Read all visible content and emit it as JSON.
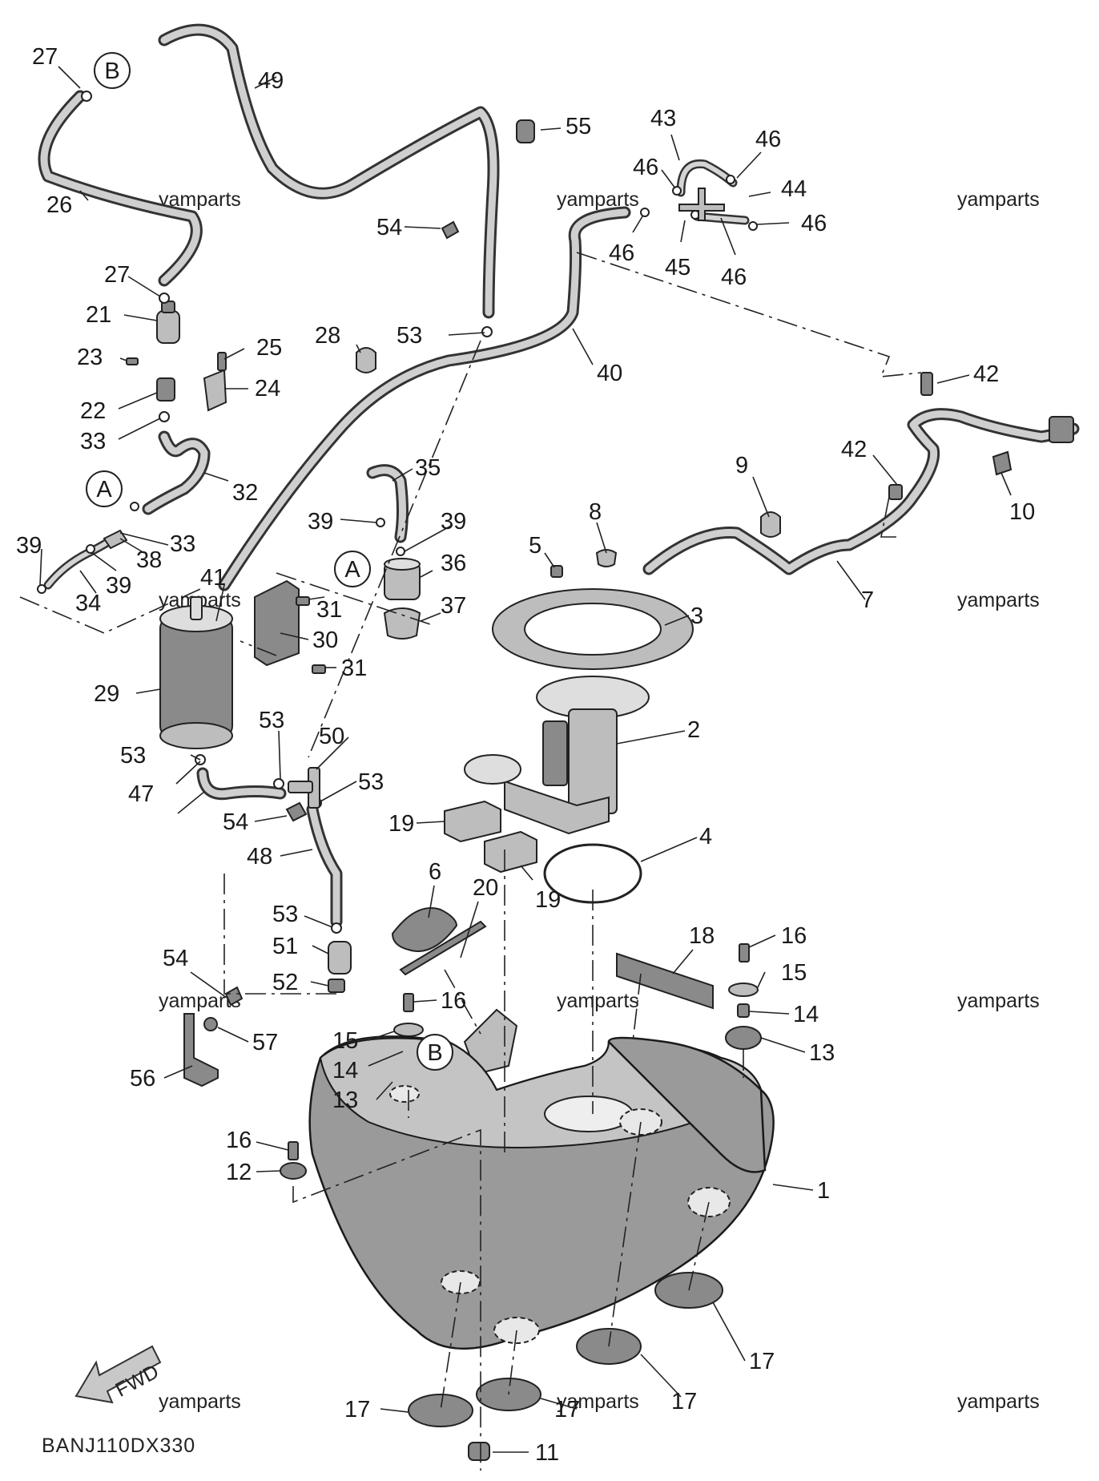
{
  "diagram_code": "BANJ110DX330",
  "watermark": "yamparts",
  "fwd_label": "FWD",
  "markers": [
    "A",
    "B"
  ],
  "callouts": [
    {
      "id": "c49",
      "text": "49"
    },
    {
      "id": "c27a",
      "text": "27"
    },
    {
      "id": "c55",
      "text": "55"
    },
    {
      "id": "c43",
      "text": "43"
    },
    {
      "id": "c46a",
      "text": "46"
    },
    {
      "id": "c46b",
      "text": "46"
    },
    {
      "id": "c44",
      "text": "44"
    },
    {
      "id": "c46c",
      "text": "46"
    },
    {
      "id": "c26",
      "text": "26"
    },
    {
      "id": "c54a",
      "text": "54"
    },
    {
      "id": "c46d",
      "text": "46"
    },
    {
      "id": "c45",
      "text": "45"
    },
    {
      "id": "c46e",
      "text": "46"
    },
    {
      "id": "c27b",
      "text": "27"
    },
    {
      "id": "c21",
      "text": "21"
    },
    {
      "id": "c53a",
      "text": "53"
    },
    {
      "id": "c28",
      "text": "28"
    },
    {
      "id": "c25",
      "text": "25"
    },
    {
      "id": "c23",
      "text": "23"
    },
    {
      "id": "c40",
      "text": "40"
    },
    {
      "id": "c42a",
      "text": "42"
    },
    {
      "id": "c24",
      "text": "24"
    },
    {
      "id": "c22",
      "text": "22"
    },
    {
      "id": "c33a",
      "text": "33"
    },
    {
      "id": "c42b",
      "text": "42"
    },
    {
      "id": "c9",
      "text": "9"
    },
    {
      "id": "c35",
      "text": "35"
    },
    {
      "id": "c32",
      "text": "32"
    },
    {
      "id": "c10",
      "text": "10"
    },
    {
      "id": "c8",
      "text": "8"
    },
    {
      "id": "c39a",
      "text": "39"
    },
    {
      "id": "c39b",
      "text": "39"
    },
    {
      "id": "c33b",
      "text": "33"
    },
    {
      "id": "c39c",
      "text": "39"
    },
    {
      "id": "c5",
      "text": "5"
    },
    {
      "id": "c38",
      "text": "38"
    },
    {
      "id": "c36",
      "text": "36"
    },
    {
      "id": "c39d",
      "text": "39"
    },
    {
      "id": "c34",
      "text": "34"
    },
    {
      "id": "c41",
      "text": "41"
    },
    {
      "id": "c31a",
      "text": "31"
    },
    {
      "id": "c7",
      "text": "7"
    },
    {
      "id": "c37",
      "text": "37"
    },
    {
      "id": "c3",
      "text": "3"
    },
    {
      "id": "c30",
      "text": "30"
    },
    {
      "id": "c31b",
      "text": "31"
    },
    {
      "id": "c29",
      "text": "29"
    },
    {
      "id": "c53b",
      "text": "53"
    },
    {
      "id": "c2",
      "text": "2"
    },
    {
      "id": "c50",
      "text": "50"
    },
    {
      "id": "c53c",
      "text": "53"
    },
    {
      "id": "c53d",
      "text": "53"
    },
    {
      "id": "c47",
      "text": "47"
    },
    {
      "id": "c54b",
      "text": "54"
    },
    {
      "id": "c19a",
      "text": "19"
    },
    {
      "id": "c4",
      "text": "4"
    },
    {
      "id": "c48",
      "text": "48"
    },
    {
      "id": "c6",
      "text": "6"
    },
    {
      "id": "c20",
      "text": "20"
    },
    {
      "id": "c19b",
      "text": "19"
    },
    {
      "id": "c53e",
      "text": "53"
    },
    {
      "id": "c18",
      "text": "18"
    },
    {
      "id": "c16a",
      "text": "16"
    },
    {
      "id": "c51",
      "text": "51"
    },
    {
      "id": "c15a",
      "text": "15"
    },
    {
      "id": "c54c",
      "text": "54"
    },
    {
      "id": "c52",
      "text": "52"
    },
    {
      "id": "c16b",
      "text": "16"
    },
    {
      "id": "c14a",
      "text": "14"
    },
    {
      "id": "c57",
      "text": "57"
    },
    {
      "id": "c15b",
      "text": "15"
    },
    {
      "id": "c13a",
      "text": "13"
    },
    {
      "id": "c14b",
      "text": "14"
    },
    {
      "id": "c56",
      "text": "56"
    },
    {
      "id": "c13b",
      "text": "13"
    },
    {
      "id": "c1",
      "text": "1"
    },
    {
      "id": "c16c",
      "text": "16"
    },
    {
      "id": "c12",
      "text": "12"
    },
    {
      "id": "c17a",
      "text": "17"
    },
    {
      "id": "c17b",
      "text": "17"
    },
    {
      "id": "c17c",
      "text": "17"
    },
    {
      "id": "c17d",
      "text": "17"
    },
    {
      "id": "c11",
      "text": "11"
    }
  ]
}
